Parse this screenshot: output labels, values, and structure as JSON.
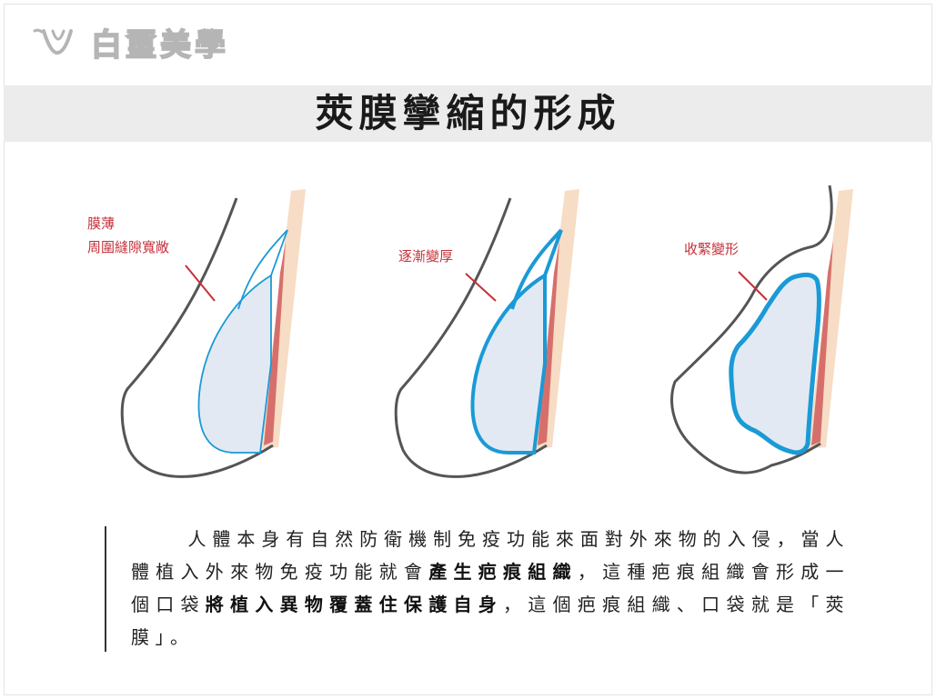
{
  "brand": {
    "name": "白璽美學",
    "logo_icon": "v-monogram-icon"
  },
  "title": "莢膜攣縮的形成",
  "stages": [
    {
      "label_lines": [
        "膜薄",
        "周圍縫隙寬敞"
      ]
    },
    {
      "label_lines": [
        "逐漸變厚"
      ]
    },
    {
      "label_lines": [
        "收緊變形"
      ]
    }
  ],
  "colors": {
    "label_red": "#c4303a",
    "capsule_blue": "#1a9ad6",
    "implant_fill": "#e3e9f3",
    "skin_peach": "#f7dcc6",
    "muscle_red": "#d66f6b",
    "outline_gray": "#555555"
  },
  "description": {
    "seg1": "人體本身有自然防衛機制免疫功能來面對外來物的入侵，當人體植入外來物免疫功能就會",
    "bold1": "產生疤痕組織",
    "seg2": "，這種疤痕組織會形成一個口袋",
    "bold2": "將植入異物覆蓋住保護自身",
    "seg3": "，這個疤痕組織、口袋就是「莢膜」。"
  }
}
